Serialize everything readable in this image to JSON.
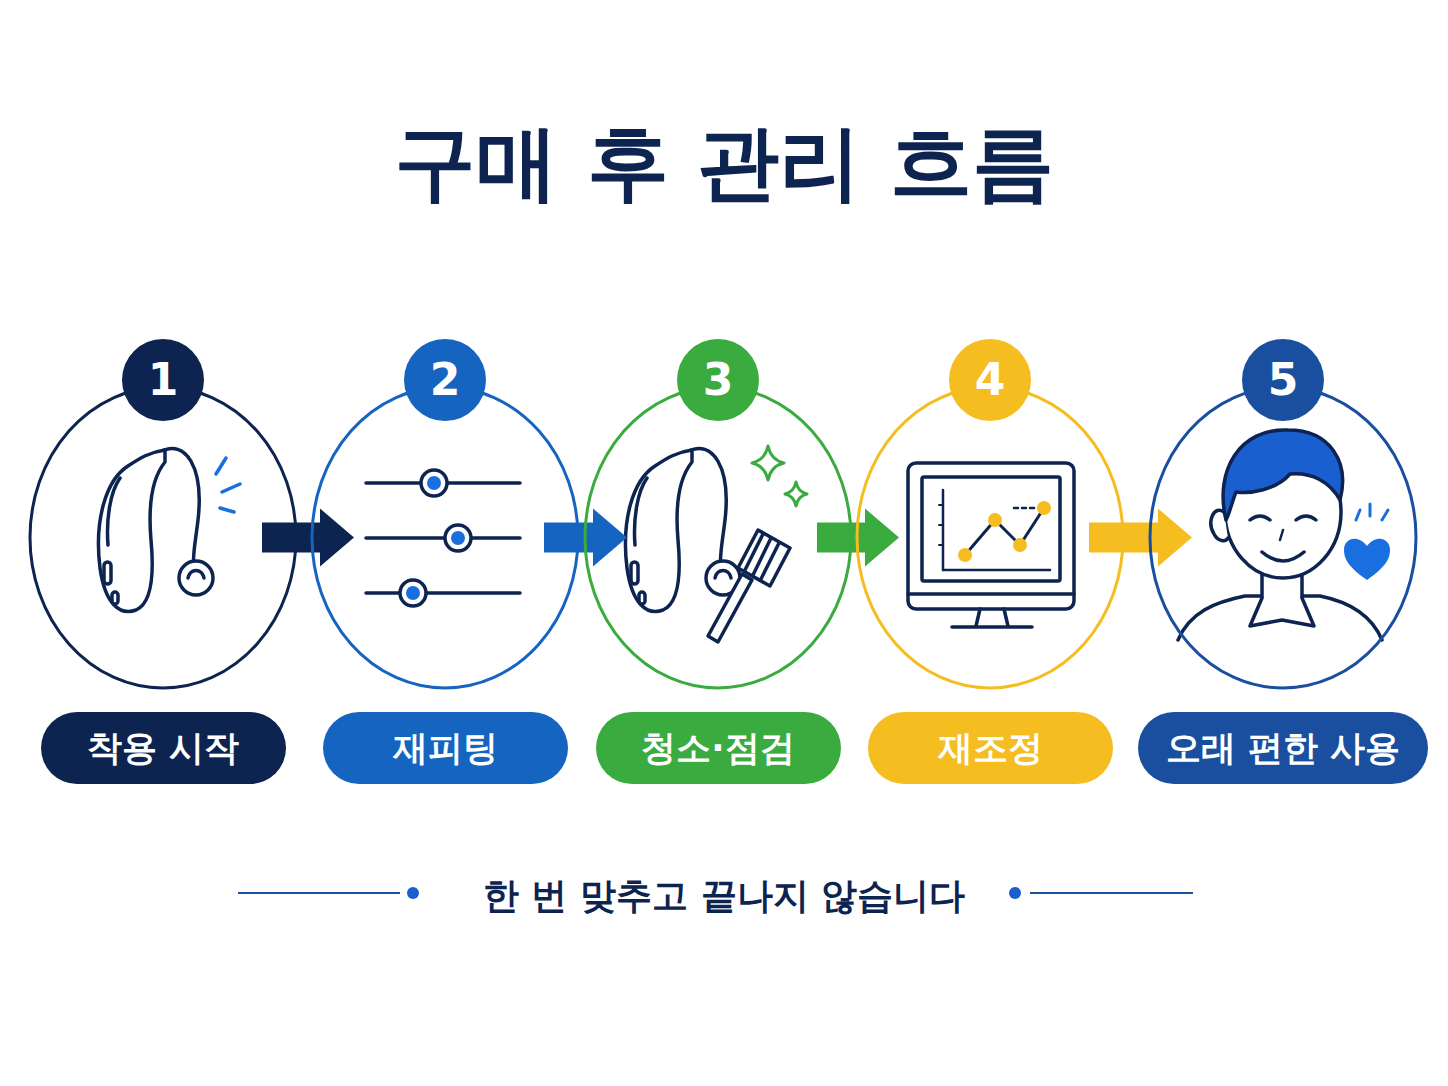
{
  "diagram": {
    "title": "구매 후 관리 흐름",
    "caption": "한 번 맞추고 끝나지 않습니다",
    "nodes": [
      {
        "text": [
          "1",
          "착용 시작"
        ]
      },
      {
        "text": [
          "2",
          "재피팅"
        ]
      },
      {
        "text": [
          "3",
          "청소·점검"
        ]
      },
      {
        "text": [
          "4",
          "재조정"
        ]
      },
      {
        "text": [
          "5",
          "오래 편한 사용"
        ]
      }
    ],
    "edges": [
      {
        "from": 0,
        "to": 1,
        "arrow": "to"
      },
      {
        "from": 1,
        "to": 2,
        "arrow": "to"
      },
      {
        "from": 2,
        "to": 3,
        "arrow": "to"
      },
      {
        "from": 3,
        "to": 4,
        "arrow": "to"
      }
    ]
  }
}
